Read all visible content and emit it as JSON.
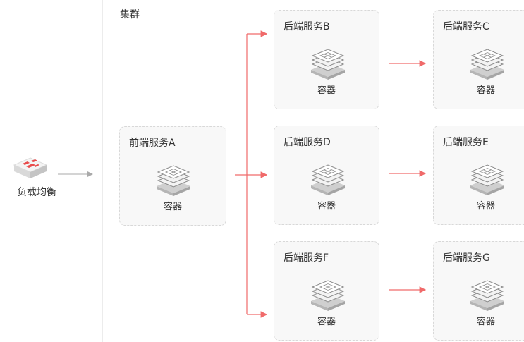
{
  "cluster": {
    "label": "集群"
  },
  "load_balancer": {
    "label": "负载均衡",
    "icon": "load-balancer-icon",
    "accent": "#e84c4c"
  },
  "frontend": {
    "title": "前端服务A",
    "container_label": "容器",
    "icon": "container-stack-icon"
  },
  "backends": [
    {
      "title": "后端服务B",
      "container_label": "容器"
    },
    {
      "title": "后端服务C",
      "container_label": "容器"
    },
    {
      "title": "后端服务D",
      "container_label": "容器"
    },
    {
      "title": "后端服务E",
      "container_label": "容器"
    },
    {
      "title": "后端服务F",
      "container_label": "容器"
    },
    {
      "title": "后端服务G",
      "container_label": "容器"
    }
  ],
  "colors": {
    "arrow": "#f06a6a",
    "connector": "#aaaaaa",
    "box_border": "#d8d8d8"
  }
}
